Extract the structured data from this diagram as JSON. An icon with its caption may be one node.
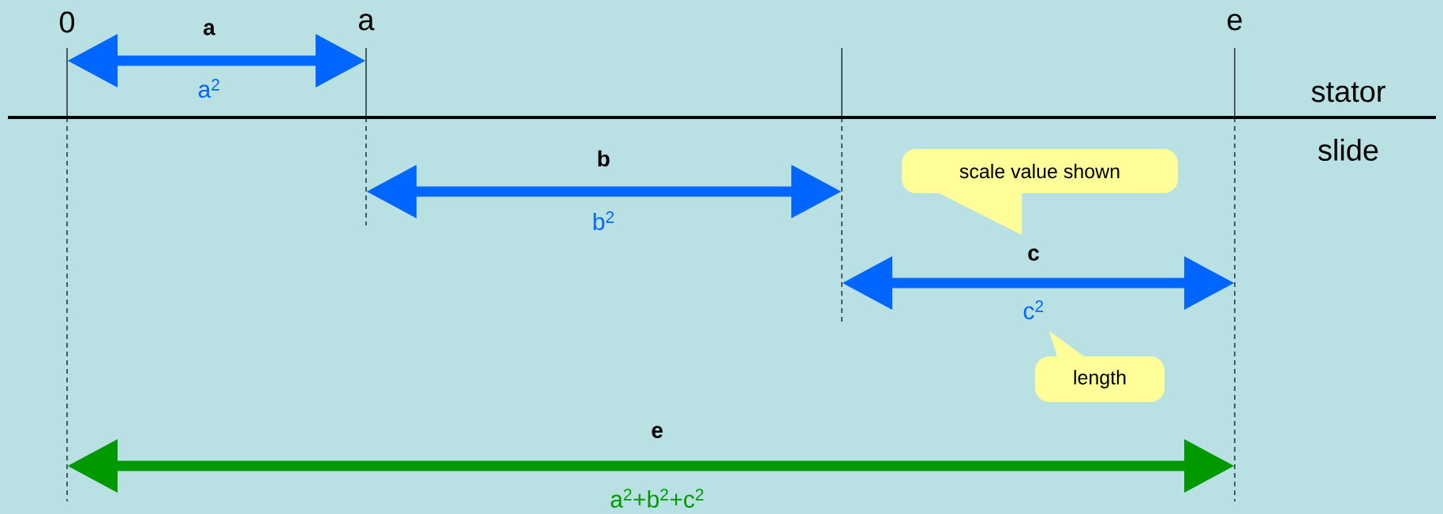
{
  "diagram": {
    "nodes": [
      {
        "text": [
          "scale value shown"
        ]
      },
      {
        "text": [
          "length"
        ]
      }
    ],
    "labels": [
      "0",
      "a",
      "e",
      "stator",
      "slide",
      "a",
      "a$^{2}$",
      "b",
      "b$^{2}$",
      "c",
      "c$^{2}$",
      "e",
      "a$^{2}$+b$^{2}$+c$^{2}$"
    ]
  }
}
